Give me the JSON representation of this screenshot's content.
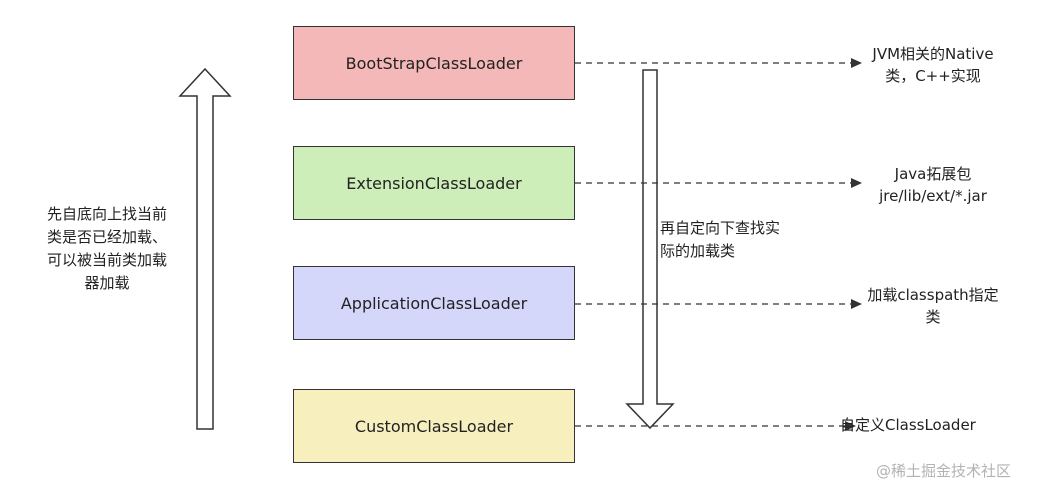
{
  "loaders": [
    {
      "label": "BootStrapClassLoader",
      "color": "#f5b8b8",
      "note": [
        "JVM相关的Native",
        "类，C++实现"
      ]
    },
    {
      "label": "ExtensionClassLoader",
      "color": "#cdeeb8",
      "note": [
        "Java拓展包",
        "jre/lib/ext/*.jar"
      ]
    },
    {
      "label": "ApplicationClassLoader",
      "color": "#d4d6fa",
      "note": [
        "加载classpath指定",
        "类"
      ]
    },
    {
      "label": "CustomClassLoader",
      "color": "#f7f0be",
      "note": [
        "自定义ClassLoader"
      ]
    }
  ],
  "left_text": [
    "先自底向上找当前",
    "类是否已经加载、",
    "可以被当前类加载",
    "器加载"
  ],
  "middle_text": [
    "再自定向下查找实",
    "际的加载类"
  ],
  "watermark": "@稀土掘金技术社区"
}
